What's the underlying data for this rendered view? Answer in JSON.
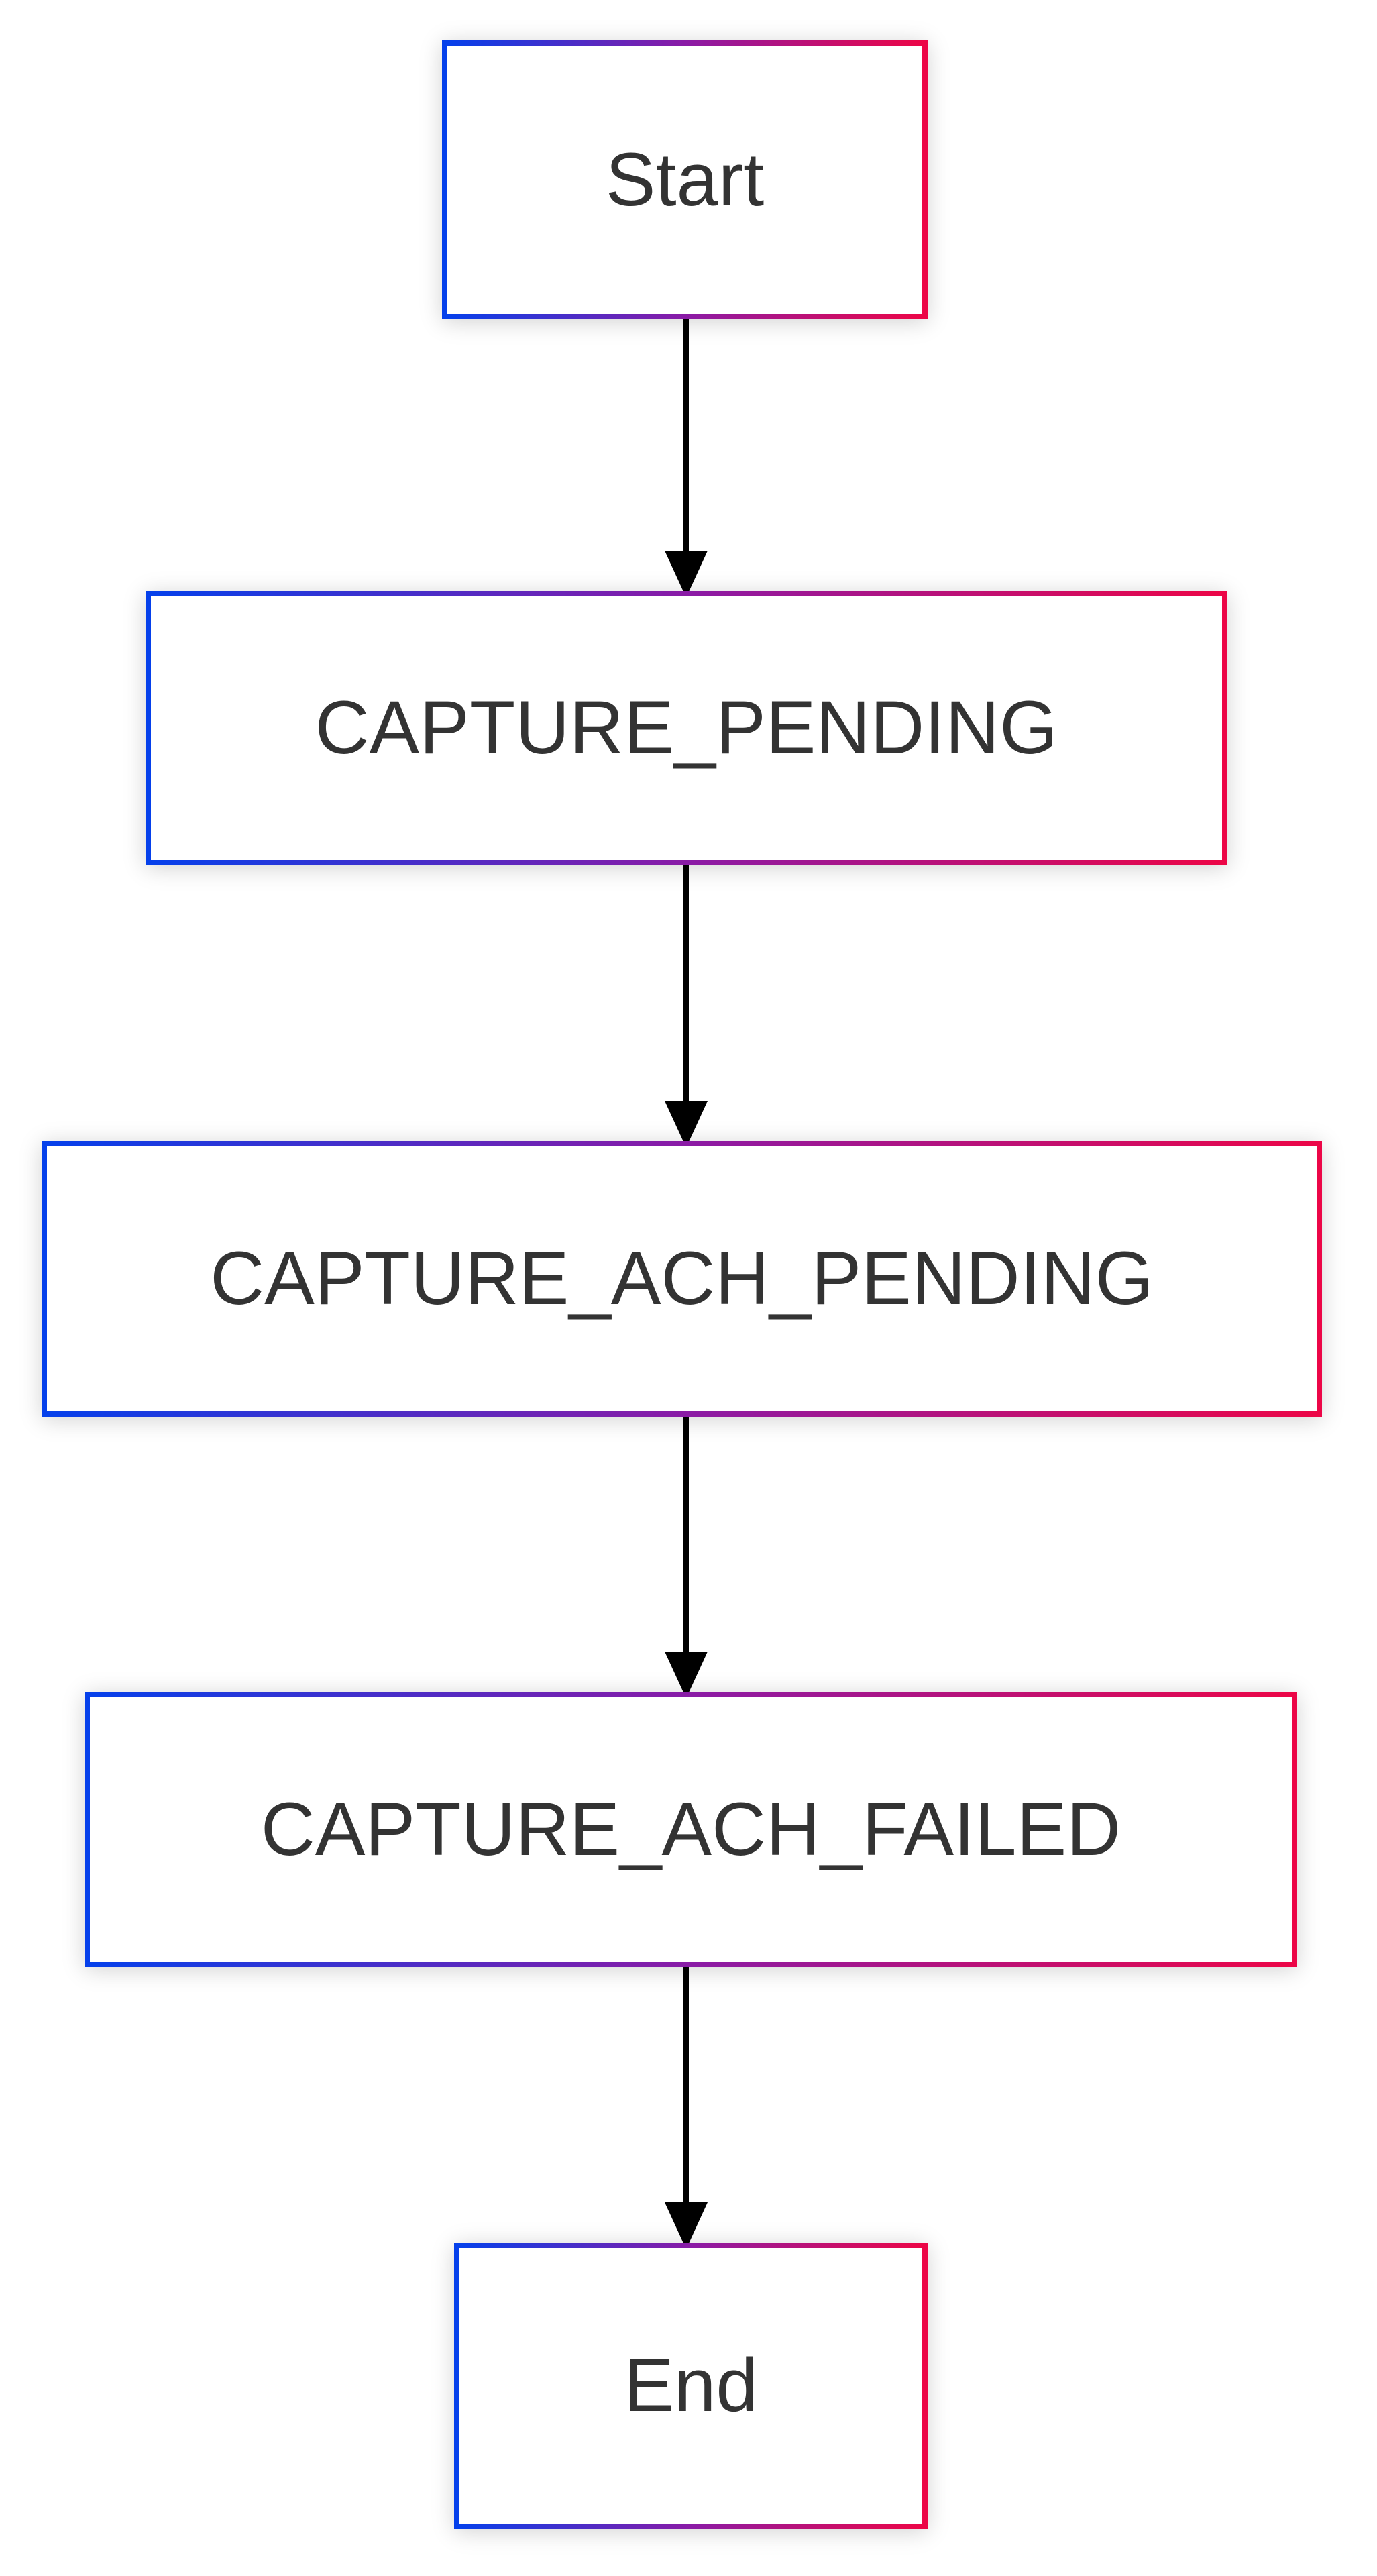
{
  "diagram": {
    "type": "flowchart",
    "direction": "top-down",
    "nodes": {
      "start": {
        "label": "Start"
      },
      "capture_pending": {
        "label": "CAPTURE_PENDING"
      },
      "capture_ach_pending": {
        "label": "CAPTURE_ACH_PENDING"
      },
      "capture_ach_failed": {
        "label": "CAPTURE_ACH_FAILED"
      },
      "end": {
        "label": "End"
      }
    },
    "edges": [
      {
        "from": "start",
        "to": "capture_pending"
      },
      {
        "from": "capture_pending",
        "to": "capture_ach_pending"
      },
      {
        "from": "capture_ach_pending",
        "to": "capture_ach_failed"
      },
      {
        "from": "capture_ach_failed",
        "to": "end"
      }
    ],
    "colors": {
      "node_border_gradient_left": "#0540eb",
      "node_border_gradient_mid": "#8a1ba6",
      "node_border_gradient_right": "#ec0647",
      "node_background": "#ffffff",
      "label_text": "#333333",
      "arrow": "#000000",
      "page_background": "#ffffff"
    }
  }
}
